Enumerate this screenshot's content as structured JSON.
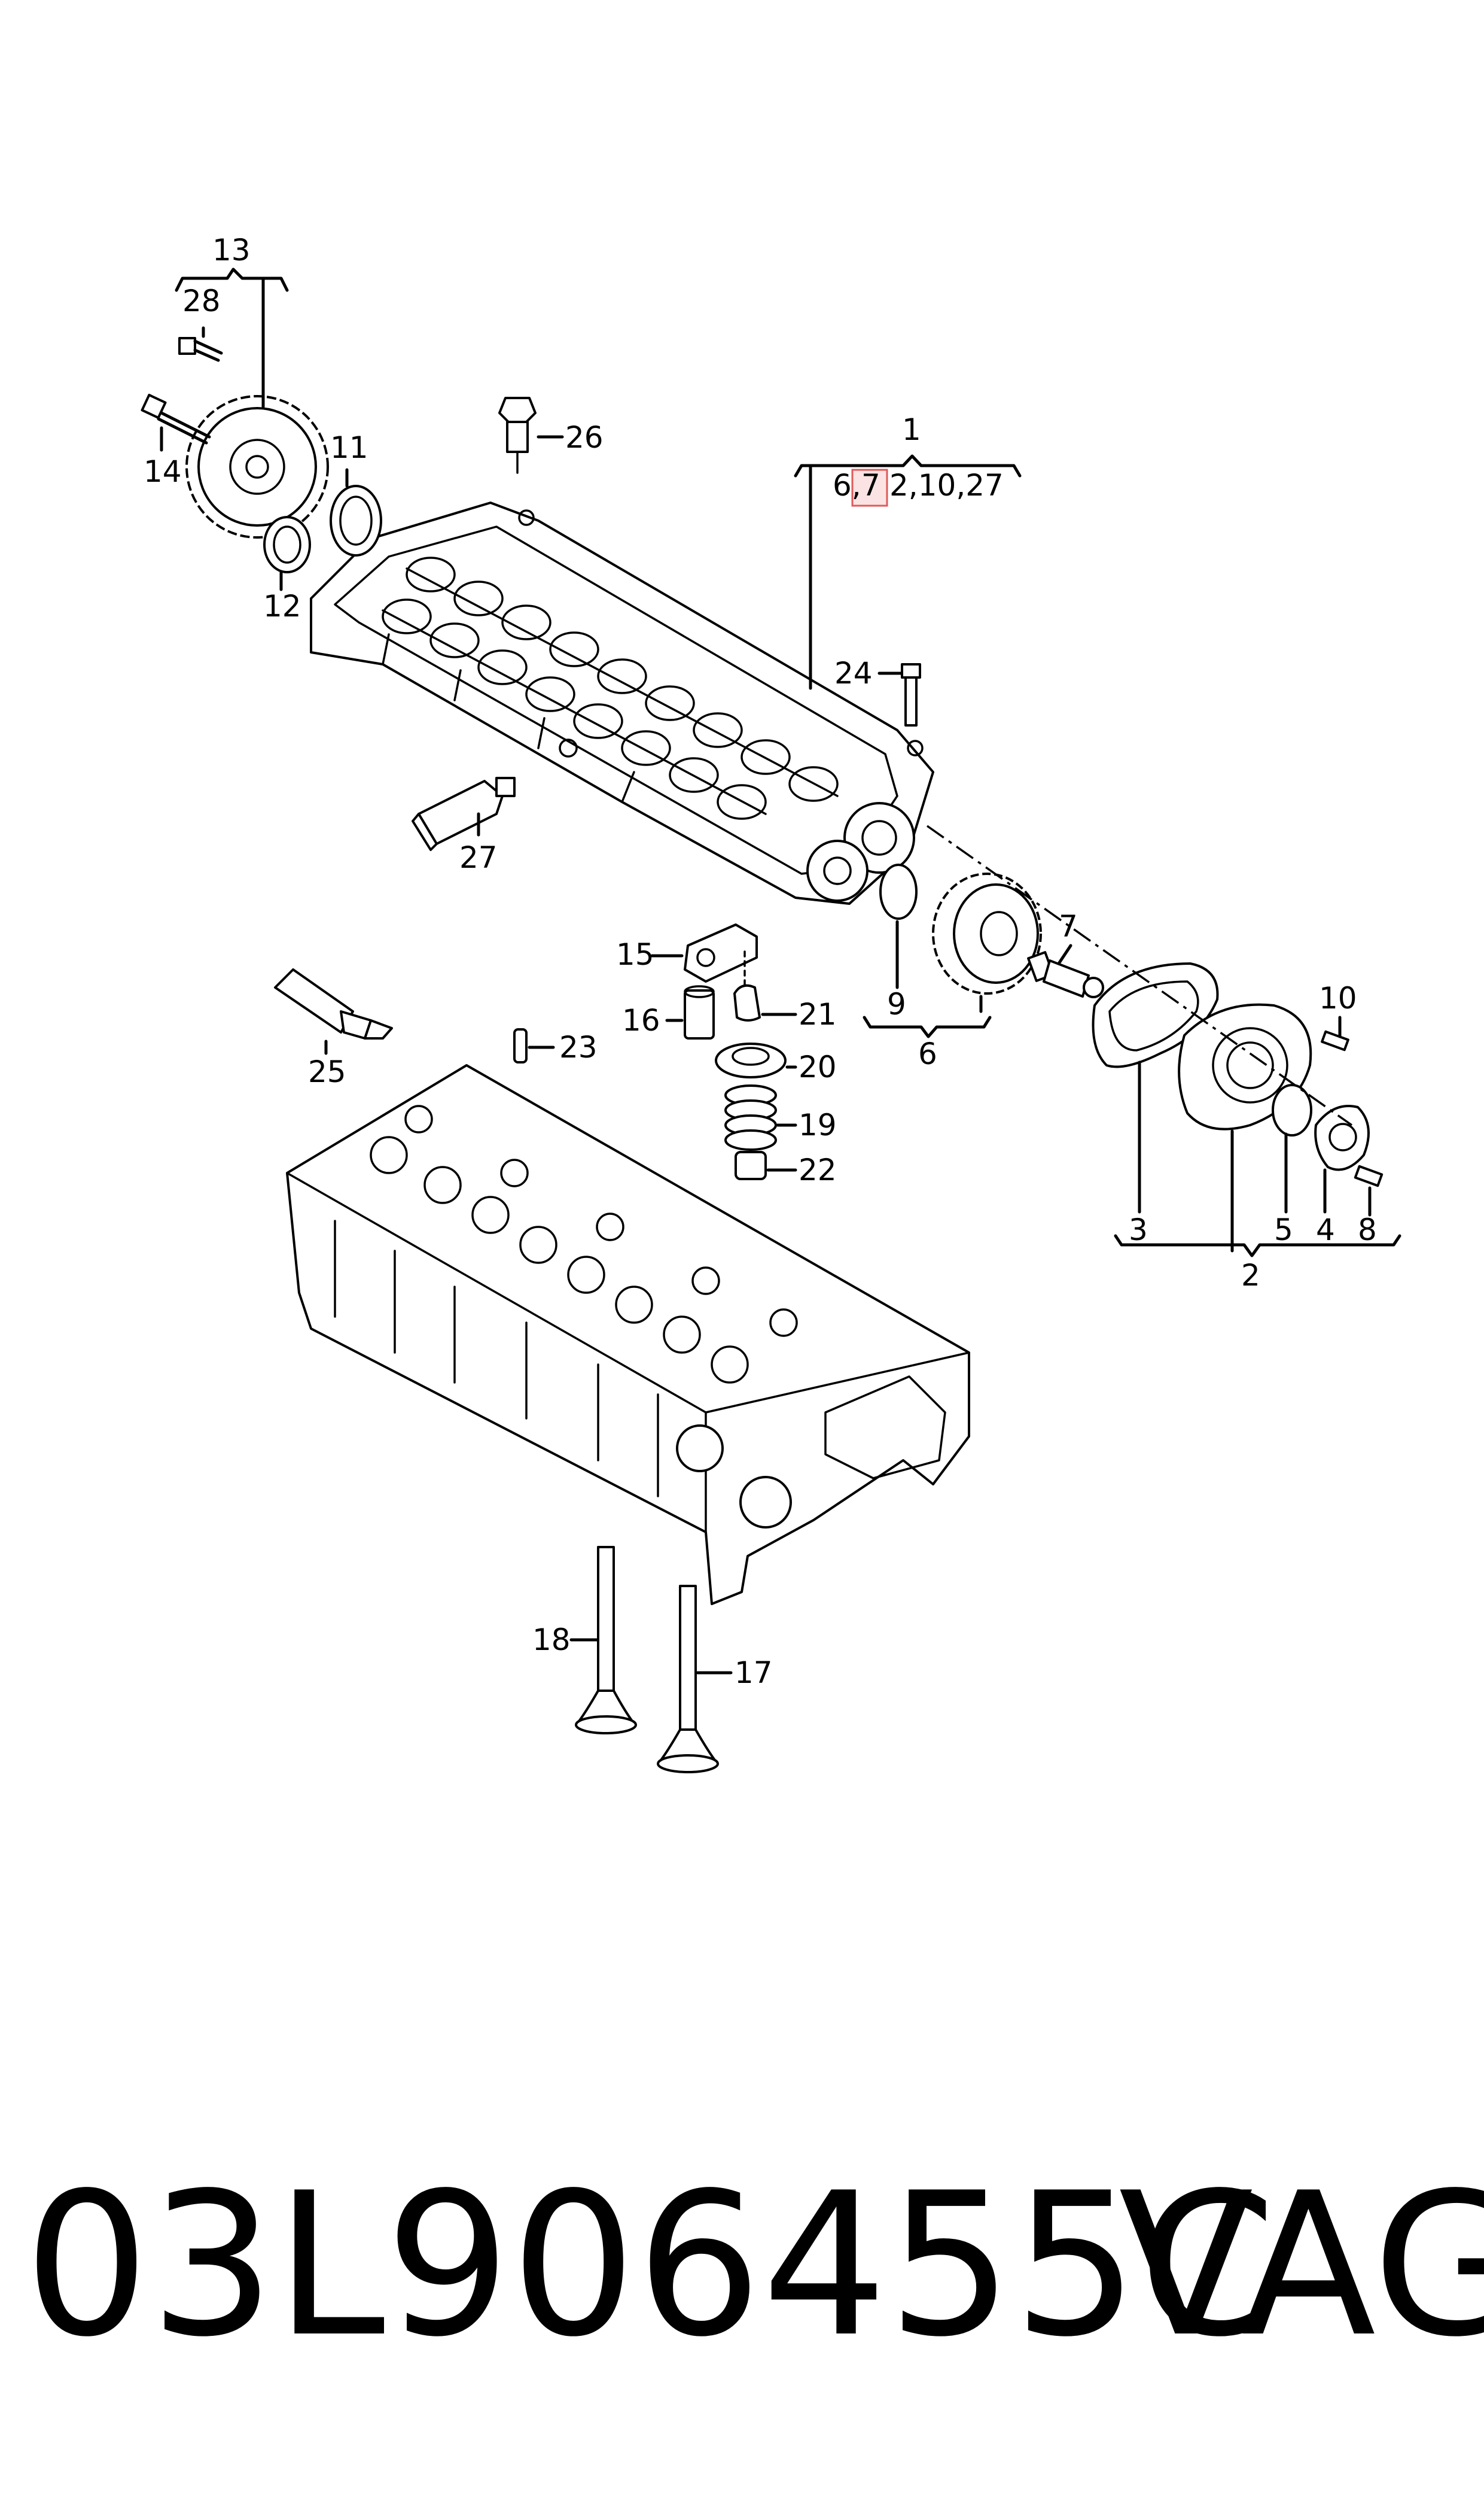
{
  "labels": {
    "l1": "1",
    "l1_refs_a": "6,",
    "l1_refs_b": "7",
    "l1_refs_c": "2,10,27",
    "l2": "2",
    "l3": "3",
    "l4": "4",
    "l5": "5",
    "l6": "6",
    "l7": "7",
    "l8": "8",
    "l9": "9",
    "l10": "10",
    "l11": "11",
    "l12": "12",
    "l13": "13",
    "l14": "14",
    "l15": "15",
    "l16": "16",
    "l17": "17",
    "l18": "18",
    "l19": "19",
    "l20": "20",
    "l21": "21",
    "l22": "22",
    "l23": "23",
    "l24": "24",
    "l25": "25",
    "l26": "26",
    "l27": "27",
    "l28": "28"
  },
  "highlight_color": "#e05a5a",
  "footer": {
    "part_number": "03L906455C",
    "brand": "VAG"
  }
}
